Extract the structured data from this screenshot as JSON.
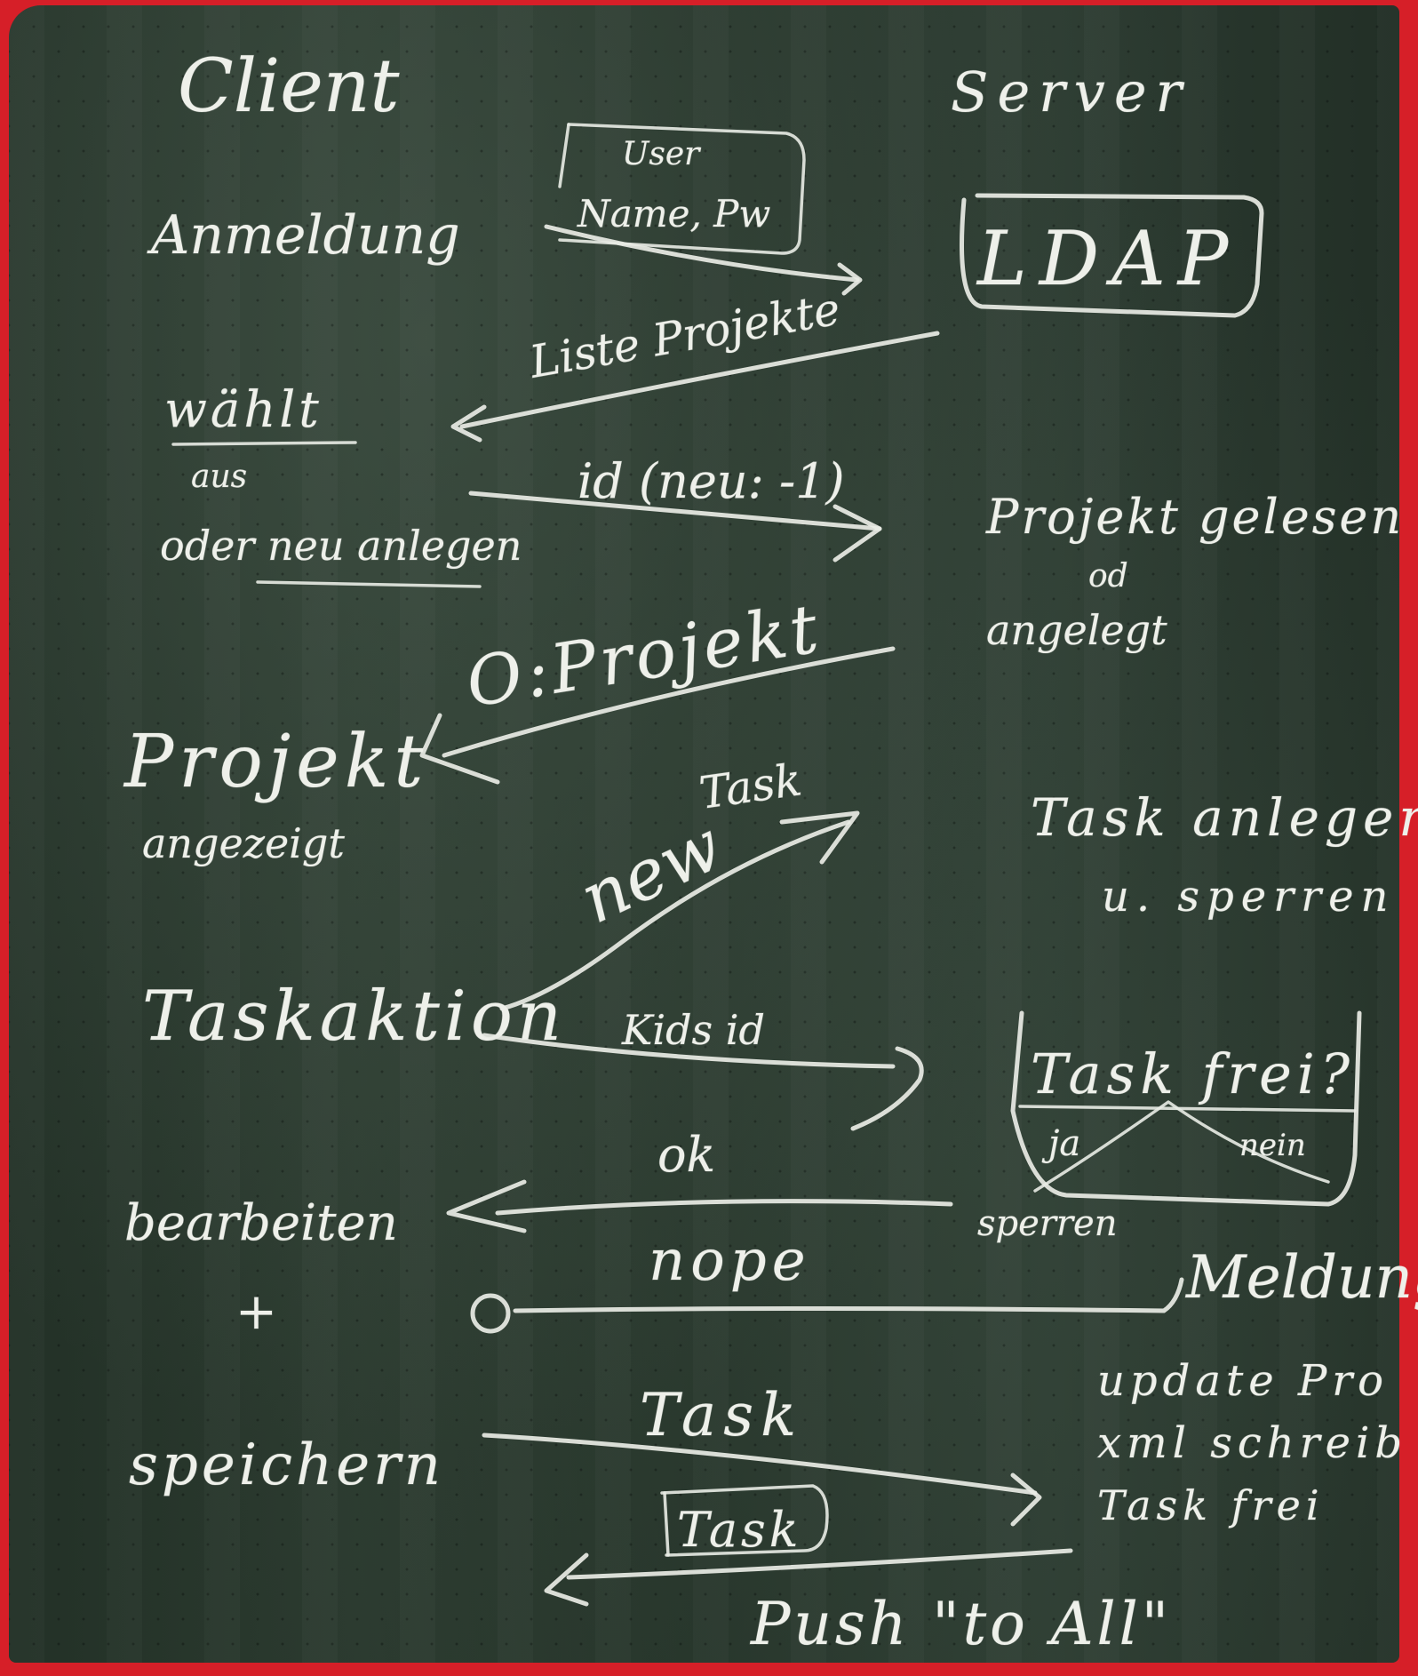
{
  "columns": {
    "client": "Client",
    "server": "Server"
  },
  "client_steps": {
    "anmeldung": "Anmeldung",
    "waehlt": "wählt",
    "aus": "aus",
    "oder_neu": "oder neu anlegen",
    "projekt": "Projekt",
    "angezeigt": "angezeigt",
    "taskaktion": "Taskaktion",
    "bearbeiten": "bearbeiten",
    "plus": "+",
    "speichern": "speichern"
  },
  "server_steps": {
    "ldap": "LDAP",
    "projekt_gelesen": "Projekt gelesen",
    "od": "od",
    "angelegt": "angelegt",
    "task_anlegen": "Task anlegen",
    "u_sperren": "u. sperren",
    "task_frei": "Task frei?",
    "ja": "ja",
    "nein": "nein",
    "sperren": "sperren",
    "meldung": "Meldung",
    "update_pro": "update Pro",
    "xml_schreib": "xml schreib",
    "task_frei_2": "Task frei"
  },
  "messages": {
    "user_line1": "User",
    "user_line2": "Name, Pw",
    "liste_projekte": "Liste Projekte",
    "id_neu": "id (neu: -1)",
    "o_projekt": "O:Projekt",
    "new": "new",
    "task": "Task",
    "kids_id": "Kids id",
    "ok": "ok",
    "nope": "nope",
    "task_save": "Task",
    "task_boxed": "Task",
    "push_to_all": "Push \"to All\""
  }
}
